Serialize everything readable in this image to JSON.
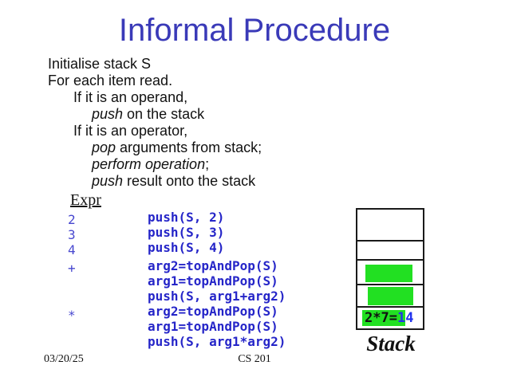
{
  "slide": {
    "title": "Informal Procedure",
    "footer": {
      "date": "03/20/25",
      "course": "CS 201"
    }
  },
  "colors": {
    "title_blue": "#3a3ab8",
    "code_blue": "#2525c8",
    "symbol_blue": "#4747cf",
    "stack_green": "#22e022",
    "result_blue": "#2233ee"
  },
  "procedure": {
    "lines": [
      {
        "em": "",
        "text": "Initialise stack S"
      },
      {
        "em": "",
        "text": "For each item read."
      },
      {
        "em": "",
        "text": "If it is an operand,"
      },
      {
        "em": "push",
        "text": " on the stack"
      },
      {
        "em": "",
        "text": "If it is an operator,"
      },
      {
        "em": "pop",
        "text": " arguments from stack;"
      },
      {
        "em": "perform operation",
        "text": ";"
      },
      {
        "em": "push",
        "text": " result onto the stack"
      }
    ]
  },
  "trace": {
    "heading": "Expr",
    "steps": [
      {
        "symbol": "2",
        "code": [
          "push(S, 2)"
        ]
      },
      {
        "symbol": "3",
        "code": [
          "push(S, 3)"
        ]
      },
      {
        "symbol": "4",
        "code": [
          "push(S, 4)"
        ]
      },
      {
        "symbol": "+",
        "code": [
          "arg2=topAndPop(S)",
          "arg1=topAndPop(S)",
          "push(S, arg1+arg2)"
        ]
      },
      {
        "symbol": "*",
        "code": [
          "arg2=topAndPop(S)",
          "arg1=topAndPop(S)",
          "push(S, arg1*arg2)"
        ]
      }
    ]
  },
  "stack": {
    "label": "Stack",
    "cell_count": 5,
    "filled_cells": [
      3,
      4,
      5
    ],
    "result": {
      "on_green_black": "2*7=",
      "on_green_blue": "1",
      "tail_blue": "4"
    }
  }
}
